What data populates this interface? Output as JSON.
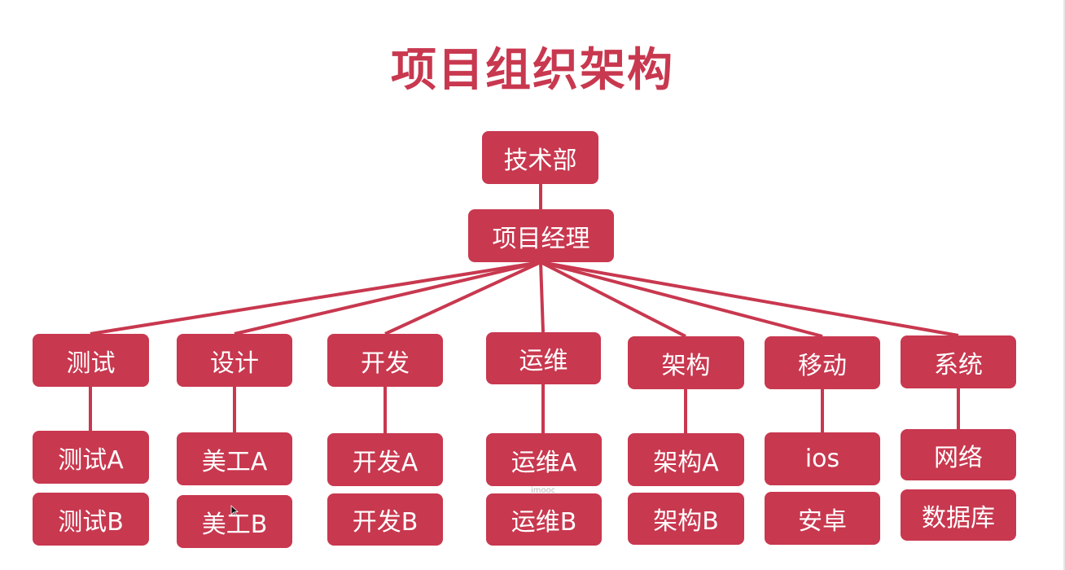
{
  "title": "项目组织架构",
  "colors": {
    "accent": "#c8384f",
    "node_text": "#ffffff",
    "line": "#c8384f"
  },
  "root": {
    "label": "技术部"
  },
  "manager": {
    "label": "项目经理"
  },
  "departments": [
    {
      "label": "测试",
      "children": [
        "测试A",
        "测试B"
      ]
    },
    {
      "label": "设计",
      "children": [
        "美工A",
        "美工B"
      ]
    },
    {
      "label": "开发",
      "children": [
        "开发A",
        "开发B"
      ]
    },
    {
      "label": "运维",
      "children": [
        "运维A",
        "运维B"
      ]
    },
    {
      "label": "架构",
      "children": [
        "架构A",
        "架构B"
      ]
    },
    {
      "label": "移动",
      "children": [
        "ios",
        "安卓"
      ]
    },
    {
      "label": "系统",
      "children": [
        "网络",
        "数据库"
      ]
    }
  ],
  "watermark": "imooc"
}
